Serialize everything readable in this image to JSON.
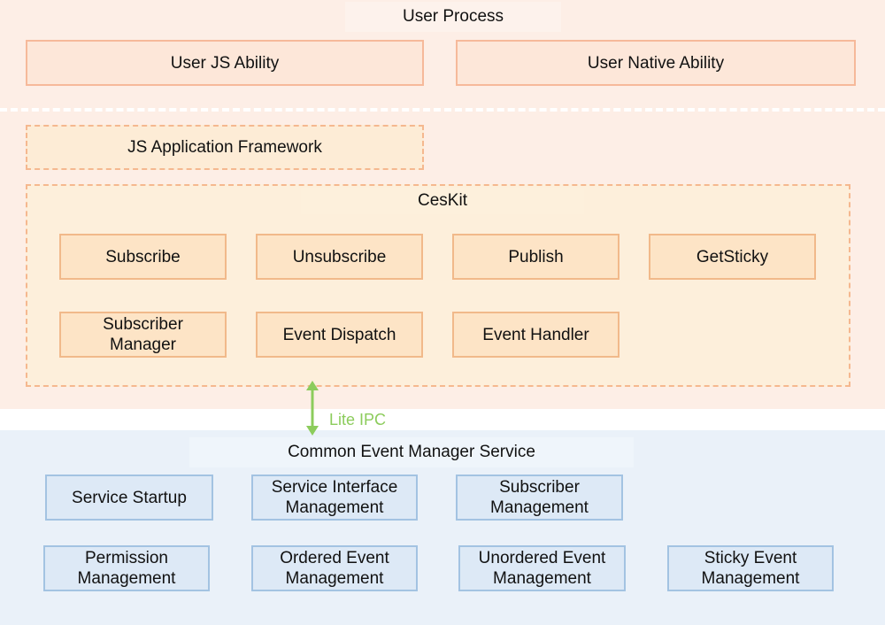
{
  "user_process": {
    "title": "User Process",
    "js_ability": "User JS Ability",
    "native_ability": "User Native Ability",
    "js_framework": "JS Application Framework"
  },
  "ceskit": {
    "title": "CesKit",
    "subscribe": "Subscribe",
    "unsubscribe": "Unsubscribe",
    "publish": "Publish",
    "getsticky": "GetSticky",
    "subscriber_manager": [
      "Subscriber",
      "Manager"
    ],
    "event_dispatch": "Event Dispatch",
    "event_handler": "Event Handler"
  },
  "ipc": {
    "label": "Lite IPC",
    "arrow_color": "#8ccc5c"
  },
  "service": {
    "title": "Common Event Manager Service",
    "startup": "Service Startup",
    "interface_mgmt": [
      "Service Interface",
      "Management"
    ],
    "subscriber_mgmt": [
      "Subscriber",
      "Management"
    ],
    "permission_mgmt": [
      "Permission",
      "Management"
    ],
    "ordered_mgmt": [
      "Ordered Event",
      "Management"
    ],
    "unordered_mgmt": [
      "Unordered Event",
      "Management"
    ],
    "sticky_mgmt": [
      "Sticky Event",
      "Management"
    ]
  },
  "colors": {
    "user_region": "#fdeee6",
    "service_region": "#eaf1f9",
    "ces_box": "#fde4c6",
    "service_box": "#dde9f6"
  }
}
